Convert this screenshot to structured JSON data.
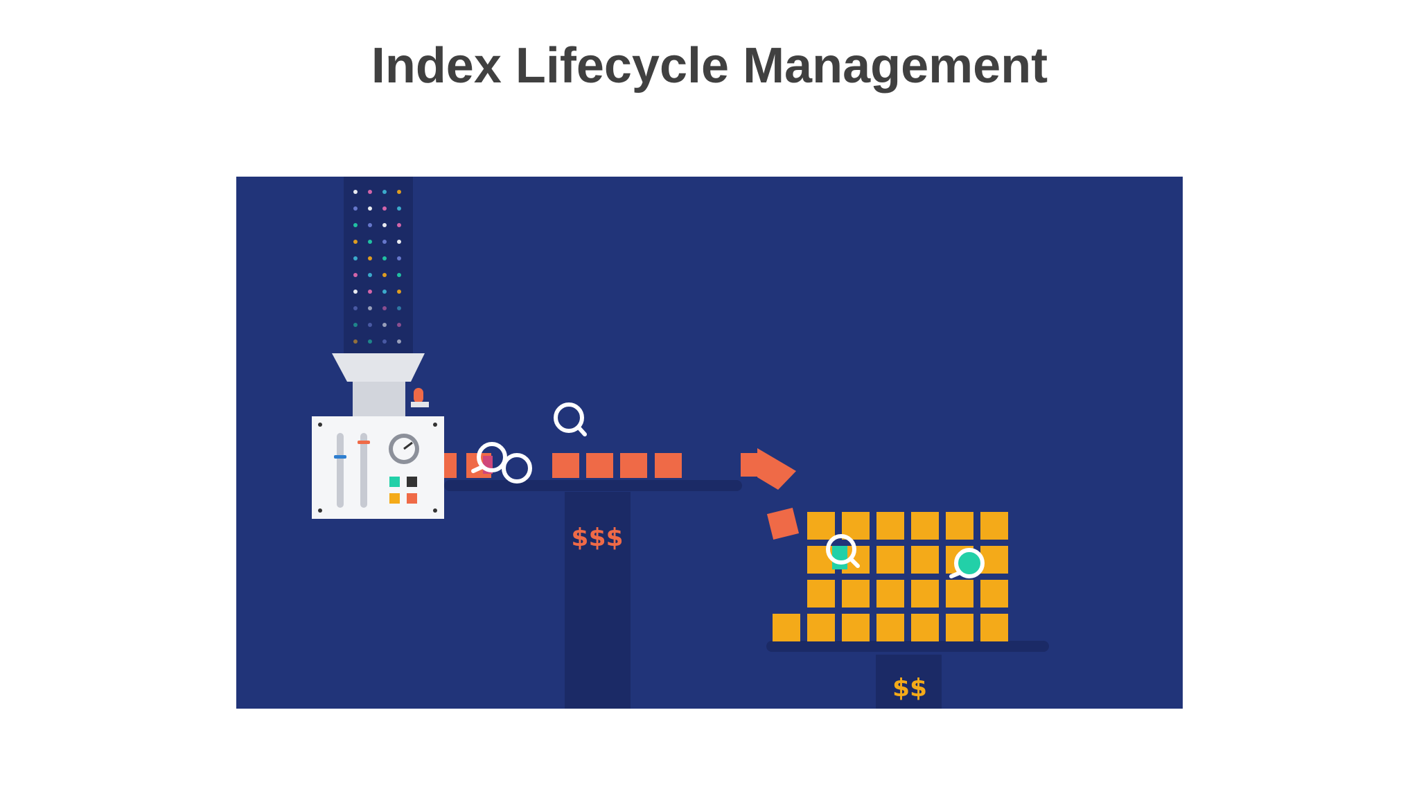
{
  "slide": {
    "title": "Index Lifecycle Management"
  },
  "illustration": {
    "hot_tier_cost": "$$$",
    "warm_tier_cost": "$$",
    "icons": [
      "data-stream",
      "ingest-machine",
      "conveyor-belt",
      "magnifier-icon",
      "index-blocks",
      "rollover-arrow",
      "shard-grid"
    ]
  },
  "colors": {
    "background": "#213479",
    "dark_navy": "#1b2a66",
    "coral": "#ef6a47",
    "amber": "#f4aa19",
    "teal": "#22d0a8",
    "machine_white": "#f5f6f8",
    "title_gray": "#404040"
  }
}
